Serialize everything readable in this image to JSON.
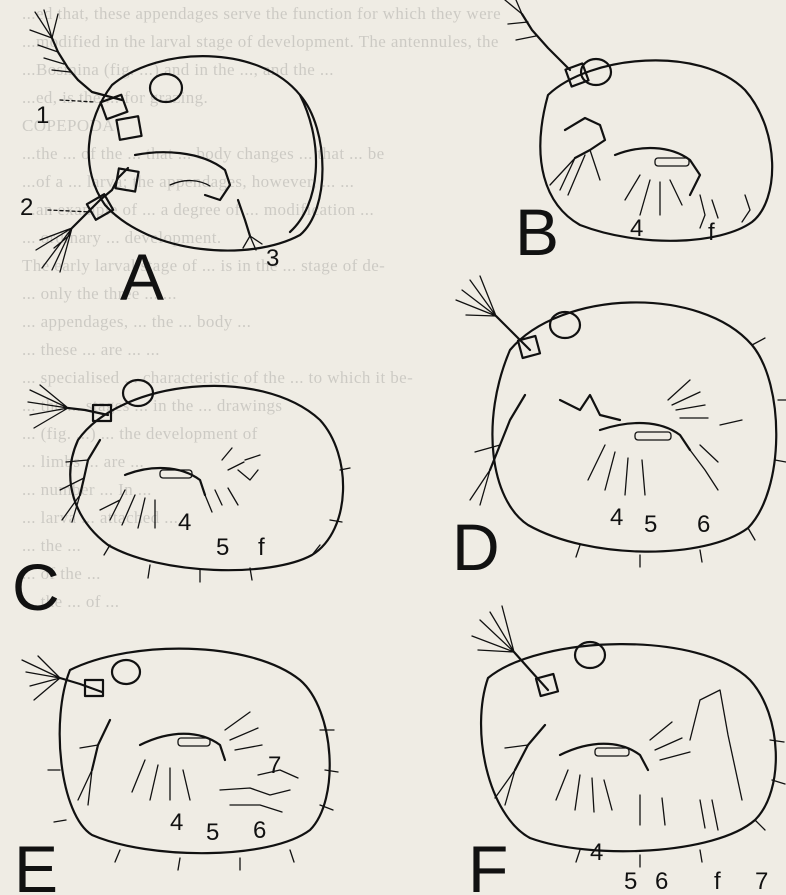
{
  "figure": {
    "panels": [
      {
        "id": "A",
        "letter": "A",
        "labels": [
          "1",
          "2",
          "3"
        ]
      },
      {
        "id": "B",
        "letter": "B",
        "labels": [
          "4",
          "f"
        ]
      },
      {
        "id": "C",
        "letter": "C",
        "labels": [
          "4",
          "5",
          "f"
        ]
      },
      {
        "id": "D",
        "letter": "D",
        "labels": [
          "4",
          "5",
          "6"
        ]
      },
      {
        "id": "E",
        "letter": "E",
        "labels": [
          "4",
          "5",
          "6",
          "7"
        ]
      },
      {
        "id": "F",
        "letter": "F",
        "labels": [
          "4",
          "5",
          "6",
          "f",
          "7"
        ]
      }
    ]
  },
  "background_text": [
    "...ed that, these appendages serve the function for which they were",
    "...modified in the larval stage of development. The antennules, the",
    "...Bosmina (fig. ...) and in the ..., and the ...",
    "...ed, is the ... for grazing.",
    "COPEPODA",
    "...the ... of the ... that ... body changes ... that ... be",
    "...of a ... larva; the appendages, however, ... ...",
    "...an example of ... a degree of ... modification ...",
    "... ordinary ... development.",
    "The early larval stage of ... is in the ... stage of de-",
    "... only the three ... ...",
    "... appendages, ... the ... body ...",
    "... these ... are ... ...",
    "... specialised ... characteristic of the ... to which it be-",
    "... the ... stages ... in the ... drawings",
    "... (fig. ...) ... the development of",
    "... limbs ... are ...",
    "... number ... In ...",
    "... larva ... attached ...",
    "... the ...",
    "... of the ...",
    "... the ... of ..."
  ]
}
